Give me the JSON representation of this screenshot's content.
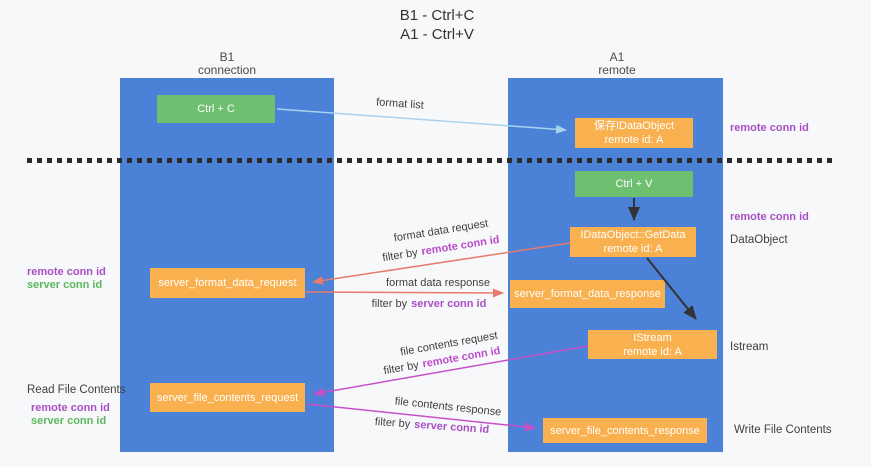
{
  "title": {
    "line1": "B1 - Ctrl+C",
    "line2": "A1 - Ctrl+V"
  },
  "lanes": {
    "left": {
      "name": "B1",
      "subtitle": "connection"
    },
    "right": {
      "name": "A1",
      "subtitle": "remote"
    }
  },
  "nodes": {
    "ctrl_c": {
      "label": "Ctrl + C"
    },
    "ctrl_v": {
      "label": "Ctrl + V"
    },
    "save_dataobject": {
      "line1": "保存IDataObject",
      "line2": "remote id: A"
    },
    "getdata": {
      "line1": "IDataObject::GetData",
      "line2": "remote id: A"
    },
    "istream": {
      "line1": "IStream",
      "line2": "remote id: A"
    },
    "server_format_data_request": {
      "label": "server_format_data_request"
    },
    "server_format_data_response": {
      "label": "server_format_data_response"
    },
    "server_file_contents_request": {
      "label": "server_file_contents_request"
    },
    "server_file_contents_response": {
      "label": "server_file_contents_response"
    }
  },
  "arrows": {
    "format_list": {
      "label": "format list"
    },
    "format_data_request": {
      "label": "format data request",
      "filter_prefix": "filter by",
      "filter_keyword": "remote conn id"
    },
    "format_data_response": {
      "label": "format data response",
      "filter_prefix": "filter by",
      "filter_keyword": "server conn id"
    },
    "file_contents_request": {
      "label": "file contents request",
      "filter_prefix": "filter by",
      "filter_keyword": "remote conn id"
    },
    "file_contents_response": {
      "label": "file contents response",
      "filter_prefix": "filter by",
      "filter_keyword": "server conn id"
    }
  },
  "side_labels": {
    "remote_conn_id_top_right": "remote conn id",
    "remote_conn_id_mid_right": "remote conn id",
    "dataobject": "DataObject",
    "istream": "Istream",
    "write_file_contents": "Write File Contents",
    "read_file_contents": "Read File Contents",
    "format_group": {
      "remote": "remote conn id",
      "server": "server conn id"
    },
    "file_group": {
      "remote": "remote conn id",
      "server": "server conn id"
    }
  },
  "colors": {
    "lane_blue": "#4B81D7",
    "node_orange": "#F9B04E",
    "node_green": "#6FBF70",
    "arrow_light_blue": "#A8D2EE",
    "arrow_salmon": "#E97A6F",
    "arrow_magenta": "#C750C9",
    "arrow_black": "#333333",
    "text_purple": "#A94FC5",
    "text_green": "#5CB85F",
    "text_dark": "#3F3F3F",
    "background": "#F7F8F9"
  }
}
